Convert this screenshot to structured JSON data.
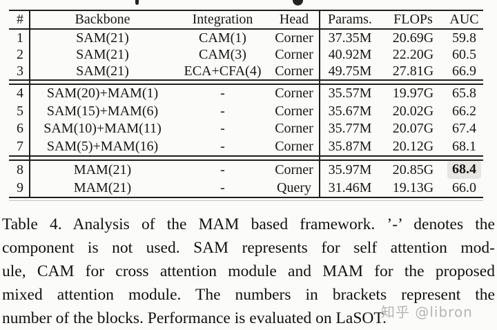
{
  "page": {
    "background": "#fbfbf9"
  },
  "table": {
    "columns": [
      "#",
      "Backbone",
      "Integration",
      "Head",
      "Params.",
      "FLOPs",
      "AUC"
    ],
    "groups": [
      {
        "rows": [
          {
            "cells": [
              "1",
              "SAM(21)",
              "CAM(1)",
              "Corner",
              "37.35M",
              "20.69G",
              "59.8"
            ]
          },
          {
            "cells": [
              "2",
              "SAM(21)",
              "CAM(3)",
              "Corner",
              "40.92M",
              "22.20G",
              "60.5"
            ]
          },
          {
            "cells": [
              "3",
              "SAM(21)",
              "ECA+CFA(4)",
              "Corner",
              "49.75M",
              "27.81G",
              "66.9"
            ]
          }
        ]
      },
      {
        "rows": [
          {
            "cells": [
              "4",
              "SAM(20)+MAM(1)",
              "-",
              "Corner",
              "35.57M",
              "19.97G",
              "65.8"
            ]
          },
          {
            "cells": [
              "5",
              "SAM(15)+MAM(6)",
              "-",
              "Corner",
              "35.67M",
              "20.02G",
              "66.2"
            ]
          },
          {
            "cells": [
              "6",
              "SAM(10)+MAM(11)",
              "-",
              "Corner",
              "35.77M",
              "20.07G",
              "67.4"
            ]
          },
          {
            "cells": [
              "7",
              "SAM(5)+MAM(16)",
              "-",
              "Corner",
              "35.87M",
              "20.12G",
              "68.1"
            ]
          }
        ]
      },
      {
        "rows": [
          {
            "cells": [
              "8",
              "MAM(21)",
              "-",
              "Corner",
              "35.97M",
              "20.85G",
              "68.4"
            ],
            "is_best": true,
            "best_col": 6
          },
          {
            "cells": [
              "9",
              "MAM(21)",
              "-",
              "Query",
              "31.46M",
              "19.13G",
              "66.0"
            ]
          }
        ]
      }
    ],
    "best_value_highlight": "#e7e6e3"
  },
  "caption": {
    "lines": [
      "Table 4. Analysis of the MAM based framework. ’-’ denotes the",
      "component is not used.  SAM represents for self attention mod-",
      "ule, CAM for cross attention module and MAM for the proposed",
      "mixed attention module.  The numbers in brackets represent the",
      "number of the blocks. Performance is evaluated on LaSOT."
    ]
  },
  "watermark": {
    "text": "知乎 @libron"
  }
}
